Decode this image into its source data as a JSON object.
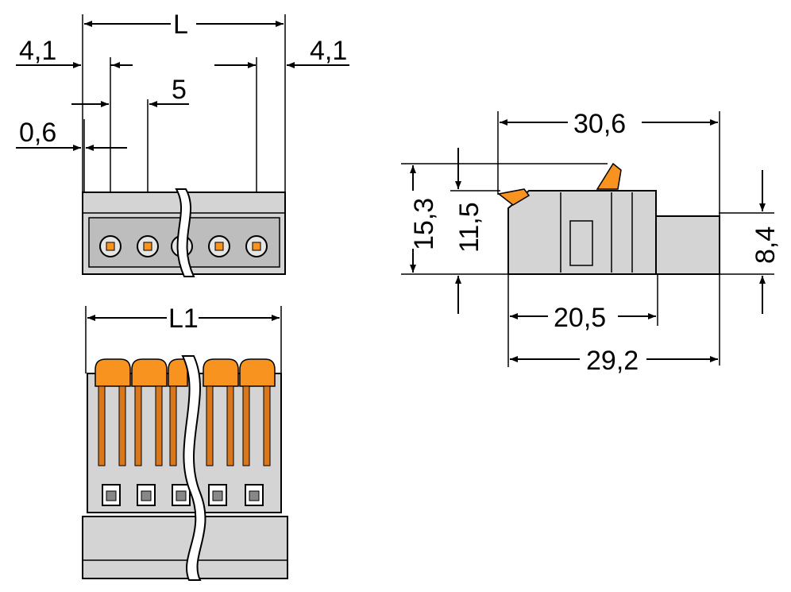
{
  "drawing": {
    "top_view": {
      "dim_L": "L",
      "dim_left_offset": "4,1",
      "dim_right_offset": "4,1",
      "dim_pitch": "5",
      "dim_small": "0,6"
    },
    "bottom_view": {
      "dim_L1": "L1"
    },
    "side_view": {
      "dim_total_length": "30,6",
      "dim_height": "15,3",
      "dim_height_inner": "11,5",
      "dim_pin_height": "8,4",
      "dim_body_length": "20,5",
      "dim_length_to_pin": "29,2"
    },
    "colors": {
      "housing": "#d4d4d4",
      "accent": "#f7931e",
      "line": "#000000"
    }
  }
}
